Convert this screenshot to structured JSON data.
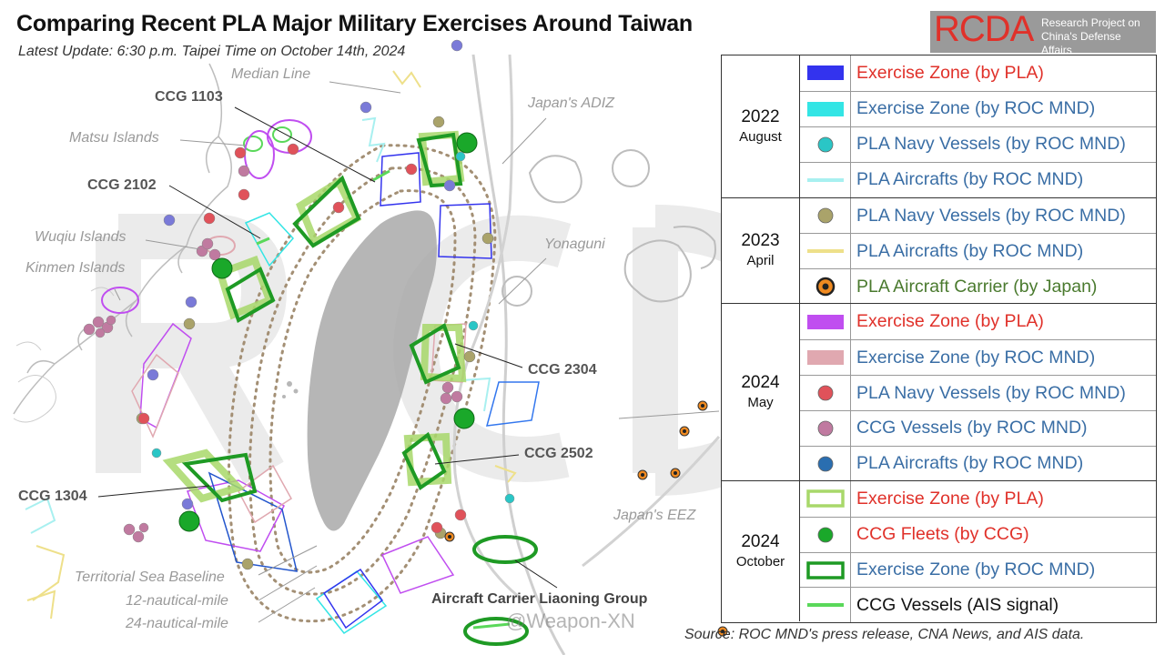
{
  "title": "Comparing Recent PLA Major Military Exercises Around Taiwan",
  "subtitle": "Latest Update: 6:30 p.m. Taipei Time on October 14th, 2024",
  "logo": {
    "name": "RCDA",
    "subtitle_line1": "Research Project on",
    "subtitle_line2": "China's Defense Affairs"
  },
  "map_labels": {
    "median_line": "Median Line",
    "japan_adiz": "Japan's ADIZ",
    "matsu": "Matsu Islands",
    "wuqiu": "Wuqiu Islands",
    "kinmen": "Kinmen Islands",
    "yonaguni": "Yonaguni",
    "japan_eez": "Japan's EEZ",
    "territorial_sea": "Territorial Sea Baseline",
    "nm12": "12-nautical-mile",
    "nm24": "24-nautical-mile",
    "ccg_1103": "CCG 1103",
    "ccg_2102": "CCG 2102",
    "ccg_2304": "CCG 2304",
    "ccg_2502": "CCG 2502",
    "ccg_1304": "CCG 1304",
    "carrier_group": "Aircraft Carrier Liaoning Group",
    "source": "Source: ROC MND's press release, CNA News, and AIS data.",
    "watermark": "@Weapon-XN"
  },
  "legend": {
    "groups": [
      {
        "year": "2022",
        "month": "August",
        "rows": [
          {
            "symbol": "zone-fill-blue",
            "color": "#3333ee",
            "text": "Exercise Zone (by PLA)",
            "text_color": "red"
          },
          {
            "symbol": "zone-fill-cyan",
            "color": "#33e5e5",
            "text": "Exercise Zone (by ROC MND)",
            "text_color": "blue"
          },
          {
            "symbol": "dot-teal",
            "color": "#2ac6c6",
            "text": "PLA Navy Vessels (by ROC MND)",
            "text_color": "blue"
          },
          {
            "symbol": "line-lightcyan",
            "color": "#a8f0f0",
            "text": "PLA Aircrafts (by ROC MND)",
            "text_color": "blue"
          }
        ]
      },
      {
        "year": "2023",
        "month": "April",
        "rows": [
          {
            "symbol": "dot-olive",
            "color": "#aaa36a",
            "text": "PLA Navy Vessels (by ROC MND)",
            "text_color": "blue"
          },
          {
            "symbol": "line-yellow",
            "color": "#eee08a",
            "text": "PLA Aircrafts (by ROC MND)",
            "text_color": "blue"
          },
          {
            "symbol": "carrier-icon",
            "color": "#f08a20",
            "text": "PLA Aircraft Carrier (by Japan)",
            "text_color": "green"
          }
        ]
      },
      {
        "year": "2024",
        "month": "May",
        "rows": [
          {
            "symbol": "zone-fill-purple",
            "color": "#c04ef0",
            "text": "Exercise Zone (by PLA)",
            "text_color": "red"
          },
          {
            "symbol": "zone-fill-pink",
            "color": "#e0a8b0",
            "text": "Exercise Zone (by ROC MND)",
            "text_color": "blue"
          },
          {
            "symbol": "dot-red",
            "color": "#e0525a",
            "text": "PLA Navy Vessels (by ROC MND)",
            "text_color": "blue"
          },
          {
            "symbol": "dot-mauve",
            "color": "#c07aa0",
            "text": "CCG Vessels (by ROC MND)",
            "text_color": "blue"
          },
          {
            "symbol": "dot-blue",
            "color": "#2a6eb0",
            "text": "PLA Aircrafts (by ROC MND)",
            "text_color": "blue"
          }
        ]
      },
      {
        "year": "2024",
        "month": "October",
        "rows": [
          {
            "symbol": "zone-outline-lightgreen",
            "color": "#a8d86a",
            "text": "Exercise Zone (by PLA)",
            "text_color": "red"
          },
          {
            "symbol": "dot-green",
            "color": "#1aa82a",
            "text": "CCG Fleets (by CCG)",
            "text_color": "red"
          },
          {
            "symbol": "zone-outline-green",
            "color": "#1e9a24",
            "text": "Exercise Zone (by ROC MND)",
            "text_color": "blue"
          },
          {
            "symbol": "line-green",
            "color": "#5ad85a",
            "text": "CCG Vessels (AIS signal)",
            "text_color": "black"
          }
        ]
      }
    ]
  }
}
